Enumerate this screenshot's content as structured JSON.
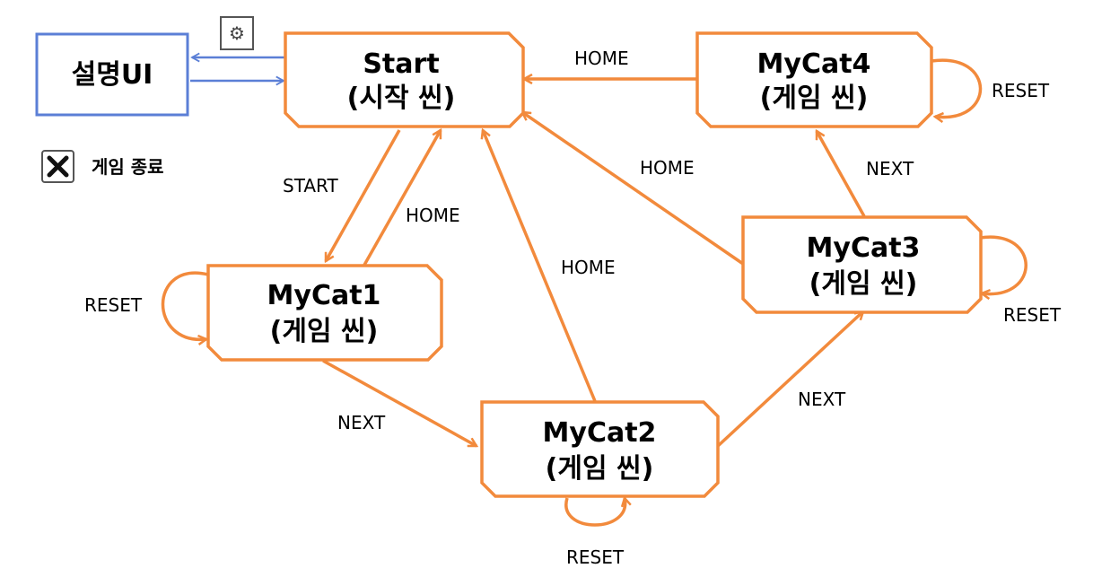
{
  "colors": {
    "node_border": "#f28a3c",
    "edge": "#f28a3c",
    "ui_border": "#5b7fd6",
    "text": "#000000"
  },
  "nodes": {
    "ui": {
      "label": "설명UI"
    },
    "start": {
      "line1": "Start",
      "line2": "(시작 씬)"
    },
    "mycat1": {
      "line1": "MyCat1",
      "line2": "(게임 씬)"
    },
    "mycat2": {
      "line1": "MyCat2",
      "line2": "(게임 씬)"
    },
    "mycat3": {
      "line1": "MyCat3",
      "line2": "(게임 씬)"
    },
    "mycat4": {
      "line1": "MyCat4",
      "line2": "(게임 씬)"
    }
  },
  "icons": {
    "settings": "gear-icon",
    "exit": "close-icon"
  },
  "exit_label": "게임 종료",
  "edges": {
    "start_to_mycat1": "START",
    "mycat1_to_start": "HOME",
    "mycat1_to_mycat2": "NEXT",
    "mycat2_to_start": "HOME",
    "mycat2_to_mycat3": "NEXT",
    "mycat3_to_start": "HOME",
    "mycat3_to_mycat4": "NEXT",
    "mycat4_to_start": "HOME",
    "mycat1_reset": "RESET",
    "mycat2_reset": "RESET",
    "mycat3_reset": "RESET",
    "mycat4_reset": "RESET"
  }
}
